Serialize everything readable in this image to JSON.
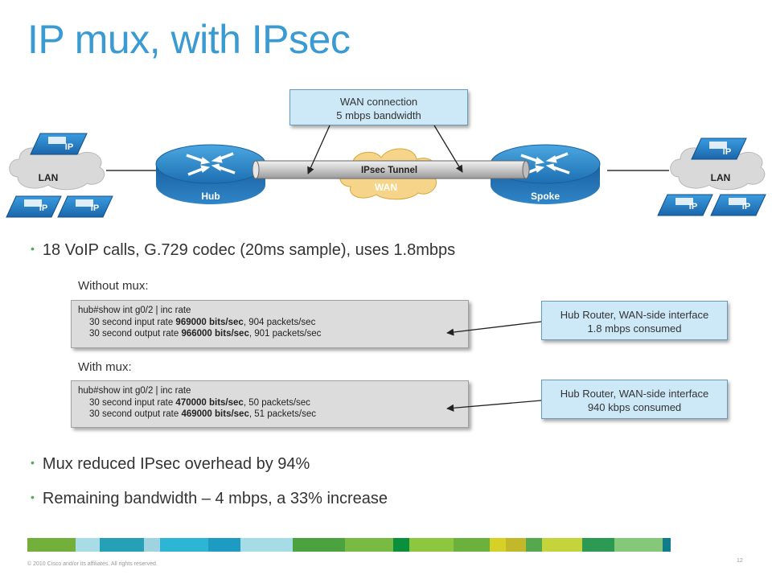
{
  "title": "IP mux, with IPsec",
  "diagram": {
    "wan_callout": {
      "line1": "WAN connection",
      "line2": "5 mbps bandwidth"
    },
    "left_lan_label": "LAN",
    "right_lan_label": "LAN",
    "hub_label": "Hub",
    "spoke_label": "Spoke",
    "wan_label": "WAN",
    "tunnel_label": "IPsec Tunnel",
    "phone_label": "IP"
  },
  "bullet1": "18 VoIP calls, G.729 codec (20ms sample), uses 1.8mbps",
  "without_mux": {
    "label": "Without mux:",
    "cmd": "hub#show int g0/2 | inc rate",
    "in_a": "30 second input rate ",
    "in_b": "969000 bits/sec",
    "in_c": ", 904 packets/sec",
    "out_a": "30 second output rate ",
    "out_b": "966000 bits/sec",
    "out_c": ", 901 packets/sec",
    "callout_line1": "Hub Router, WAN-side interface",
    "callout_line2": "1.8 mbps consumed"
  },
  "with_mux": {
    "label": "With mux:",
    "cmd": "hub#show int g0/2 | inc rate",
    "in_a": "30 second input rate ",
    "in_b": "470000 bits/sec",
    "in_c": ", 50 packets/sec",
    "out_a": "30 second output rate ",
    "out_b": "469000 bits/sec",
    "out_c": ", 51 packets/sec",
    "callout_line1": "Hub Router, WAN-side interface",
    "callout_line2": "940 kbps consumed"
  },
  "bullet2": "Mux reduced IPsec overhead by 94%",
  "bullet3": "Remaining bandwidth – 4 mbps, a 33% increase",
  "footer": {
    "copyright": "© 2010 Cisco and/or its affiliates. All rights reserved.",
    "page_number": "12",
    "bar_colors": [
      "#73b03b",
      "#a9dde6",
      "#25a0b6",
      "#9fd3e0",
      "#2db6d4",
      "#1d9bc2",
      "#a6dce6",
      "#4aa33f",
      "#79bb42",
      "#0a8f3c",
      "#8dc63f",
      "#6ab23d",
      "#d5d126",
      "#c2b82a",
      "#56a84f",
      "#c6d43b",
      "#2d9a53",
      "#86c87a",
      "#0f7d8c"
    ]
  }
}
